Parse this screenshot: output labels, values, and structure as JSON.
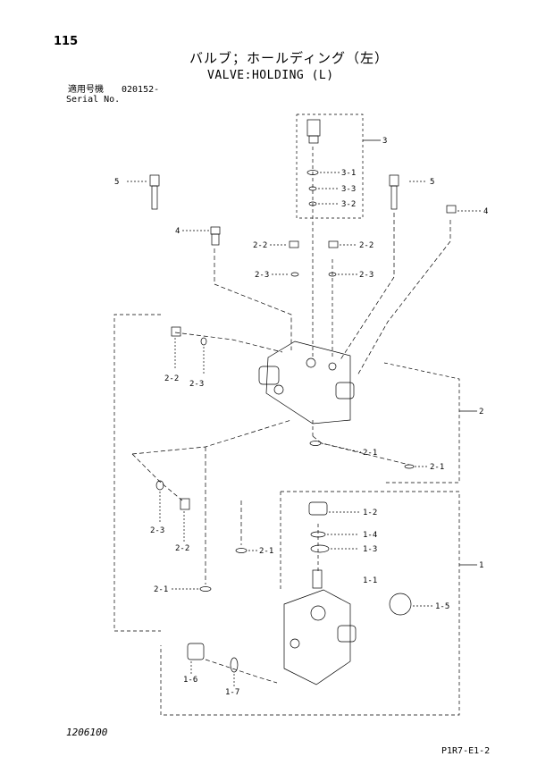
{
  "header": {
    "page_number": "115",
    "title_ja": "バルブ；ホールディング（左）",
    "title_en": "VALVE:HOLDING (L)",
    "serial_label_ja": "適用号機",
    "serial_value": "020152-",
    "serial_label_en": "Serial No."
  },
  "callouts": {
    "c3": "3",
    "c3_1": "3-1",
    "c3_3": "3-3",
    "c3_2": "3-2",
    "c5a": "5",
    "c5b": "5",
    "c4a": "4",
    "c4b": "4",
    "c2_2a": "2-2",
    "c2_2b": "2-2",
    "c2_3a": "2-3",
    "c2_3b": "2-3",
    "c2_2c": "2-2",
    "c2_3c": "2-3",
    "c2": "2",
    "c2_1a": "2-1",
    "c2_1b": "2-1",
    "c2_3d": "2-3",
    "c2_2d": "2-2",
    "c2_1c": "2-1",
    "c2_1d": "2-1",
    "c1_2": "1-2",
    "c1_4": "1-4",
    "c1_3": "1-3",
    "c1": "1",
    "c1_1": "1-1",
    "c1_5": "1-5",
    "c1_6": "1-6",
    "c1_7": "1-7"
  },
  "footer": {
    "left": "1206100",
    "right": "P1R7-E1-2"
  }
}
